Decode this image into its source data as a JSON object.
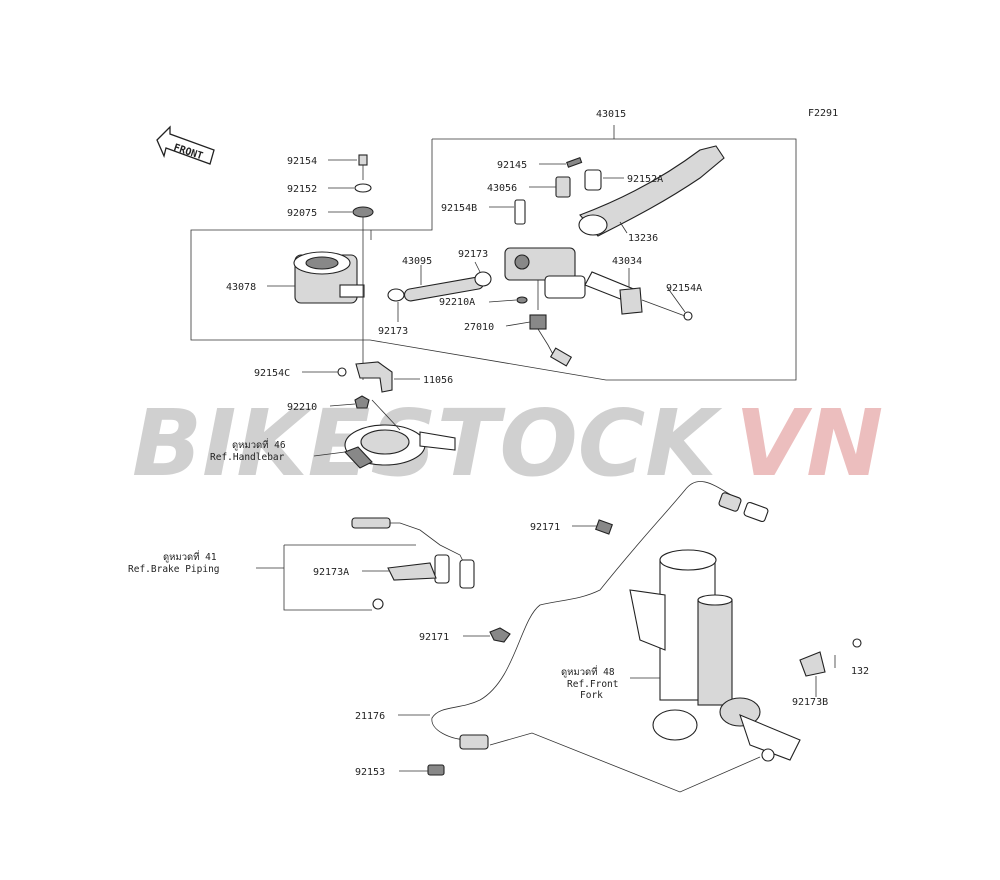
{
  "diagram_code": "F2291",
  "front_label": "FRONT",
  "watermark": {
    "part1": "BIKESTOCK",
    "part2": "VN",
    "color1": "#c8c8c8",
    "color2": "#e9b3b3"
  },
  "parts": {
    "p43015": "43015",
    "p92154": "92154",
    "p92152": "92152",
    "p92075": "92075",
    "p43078": "43078",
    "p92145": "92145",
    "p43056": "43056",
    "p92152A": "92152A",
    "p92154B": "92154B",
    "p13236": "13236",
    "p43095": "43095",
    "p92173_top": "92173",
    "p43034": "43034",
    "p92154A": "92154A",
    "p92210A": "92210A",
    "p92173_mid": "92173",
    "p27010": "27010",
    "p92154C": "92154C",
    "p11056": "11056",
    "p92210": "92210",
    "p92171_top": "92171",
    "p92173A": "92173A",
    "p92171_mid": "92171",
    "p132": "132",
    "p92173B": "92173B",
    "p21176": "21176",
    "p92153": "92153"
  },
  "refs": {
    "handlebar_thai": "ดูหมวดที่ 46",
    "handlebar_en": "Ref.Handlebar",
    "brake_thai": "ดูหมวดที่ 41",
    "brake_en": "Ref.Brake Piping",
    "fork_thai": "ดูหมวดที่ 48",
    "fork_en1": "Ref.Front",
    "fork_en2": "Fork"
  }
}
